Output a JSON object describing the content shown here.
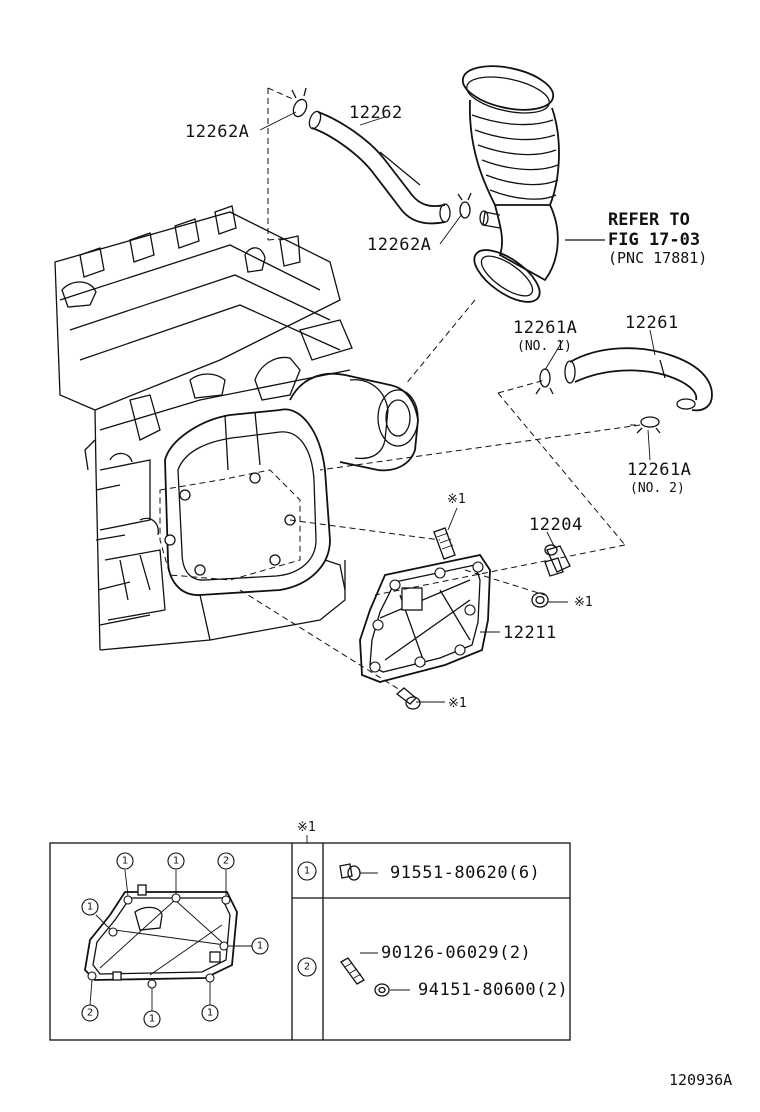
{
  "parts": {
    "clip_hose_upper": "12262A",
    "hose_upper": "12262",
    "clip_hose_lower": "12262A",
    "hose_lower": "12261",
    "clip_no1": "12261A",
    "clip_no1_sub": "(NO. 1)",
    "clip_no2": "12261A",
    "clip_no2_sub": "(NO. 2)",
    "switch": "12204",
    "cover": "12211"
  },
  "refer": {
    "line1": "REFER TO",
    "line2": "FIG 17-03",
    "line3": "(PNC 17881)"
  },
  "mark": "※1",
  "legend": {
    "header": "※1",
    "row1_key": "1",
    "row1_part": "91551-80620(6)",
    "row2_key": "2",
    "row2_part_a": "90126-06029(2)",
    "row2_part_b": "94151-80600(2)",
    "circle_1": "1",
    "circle_2": "2"
  },
  "figure_id": "120936A"
}
